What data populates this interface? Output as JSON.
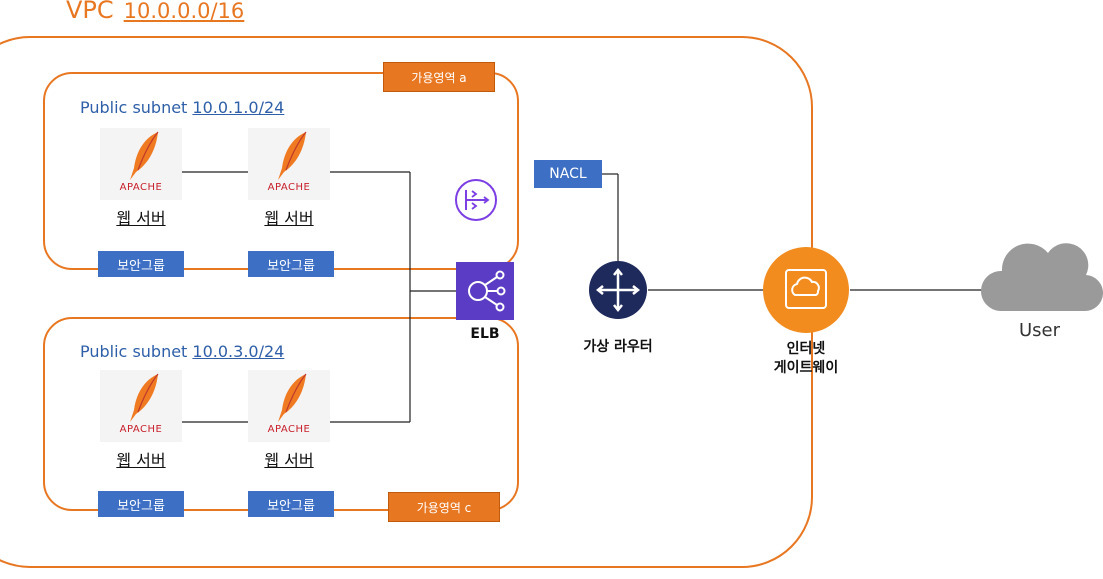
{
  "vpc": {
    "label": "VPC",
    "cidr": "10.0.0.0/16",
    "border_color": "#e87722"
  },
  "subnets": [
    {
      "title": "Public subnet",
      "cidr": "10.0.1.0/24",
      "zone_label": "가용영역 a",
      "servers": [
        {
          "logo_text": "APACHE",
          "label": "웹 서버",
          "security_group": "보안그룹"
        },
        {
          "logo_text": "APACHE",
          "label": "웹 서버",
          "security_group": "보안그룹"
        }
      ]
    },
    {
      "title": "Public subnet",
      "cidr": "10.0.3.0/24",
      "zone_label": "가용영역 c",
      "servers": [
        {
          "logo_text": "APACHE",
          "label": "웹 서버",
          "security_group": "보안그룹"
        },
        {
          "logo_text": "APACHE",
          "label": "웹 서버",
          "security_group": "보안그룹"
        }
      ]
    }
  ],
  "elb": {
    "label": "ELB",
    "color": "#5b3cc4"
  },
  "nacl": {
    "label": "NACL"
  },
  "router": {
    "label": "가상 라우터",
    "color": "#1f2a5c"
  },
  "internet_gateway": {
    "label_line1": "인터넷",
    "label_line2": "게이트웨이",
    "color": "#f28c1f"
  },
  "user": {
    "label": "User"
  },
  "icons": {
    "server": "apache-feather-icon",
    "elb": "elb-icon",
    "nat": "nat-gateway-icon",
    "router": "router-icon",
    "gateway": "internet-gateway-icon",
    "user": "cloud-icon"
  }
}
